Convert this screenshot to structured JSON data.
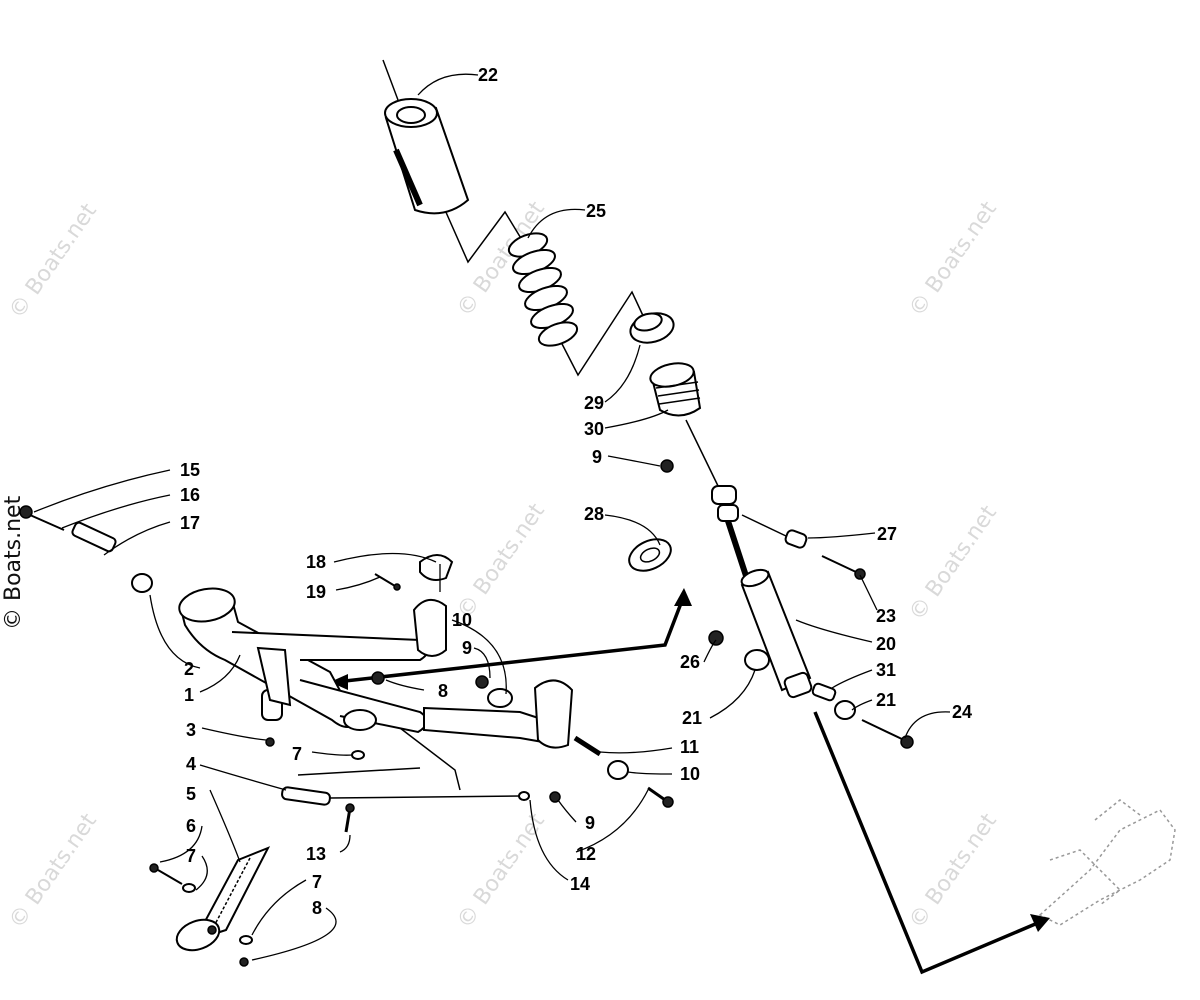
{
  "watermark": "© Boats.net",
  "labels": {
    "p1": "1",
    "p2": "2",
    "p3": "3",
    "p4": "4",
    "p5": "5",
    "p6": "6",
    "p7a": "7",
    "p7b": "7",
    "p7c": "7",
    "p8a": "8",
    "p8b": "8",
    "p9a": "9",
    "p9b": "9",
    "p9c": "9",
    "p10a": "10",
    "p10b": "10",
    "p11": "11",
    "p12": "12",
    "p13": "13",
    "p14": "14",
    "p15": "15",
    "p16": "16",
    "p17": "17",
    "p18": "18",
    "p19": "19",
    "p20": "20",
    "p21a": "21",
    "p21b": "21",
    "p22": "22",
    "p23": "23",
    "p24": "24",
    "p25": "25",
    "p26": "26",
    "p27": "27",
    "p28": "28",
    "p29": "29",
    "p30": "30",
    "p31": "31"
  }
}
